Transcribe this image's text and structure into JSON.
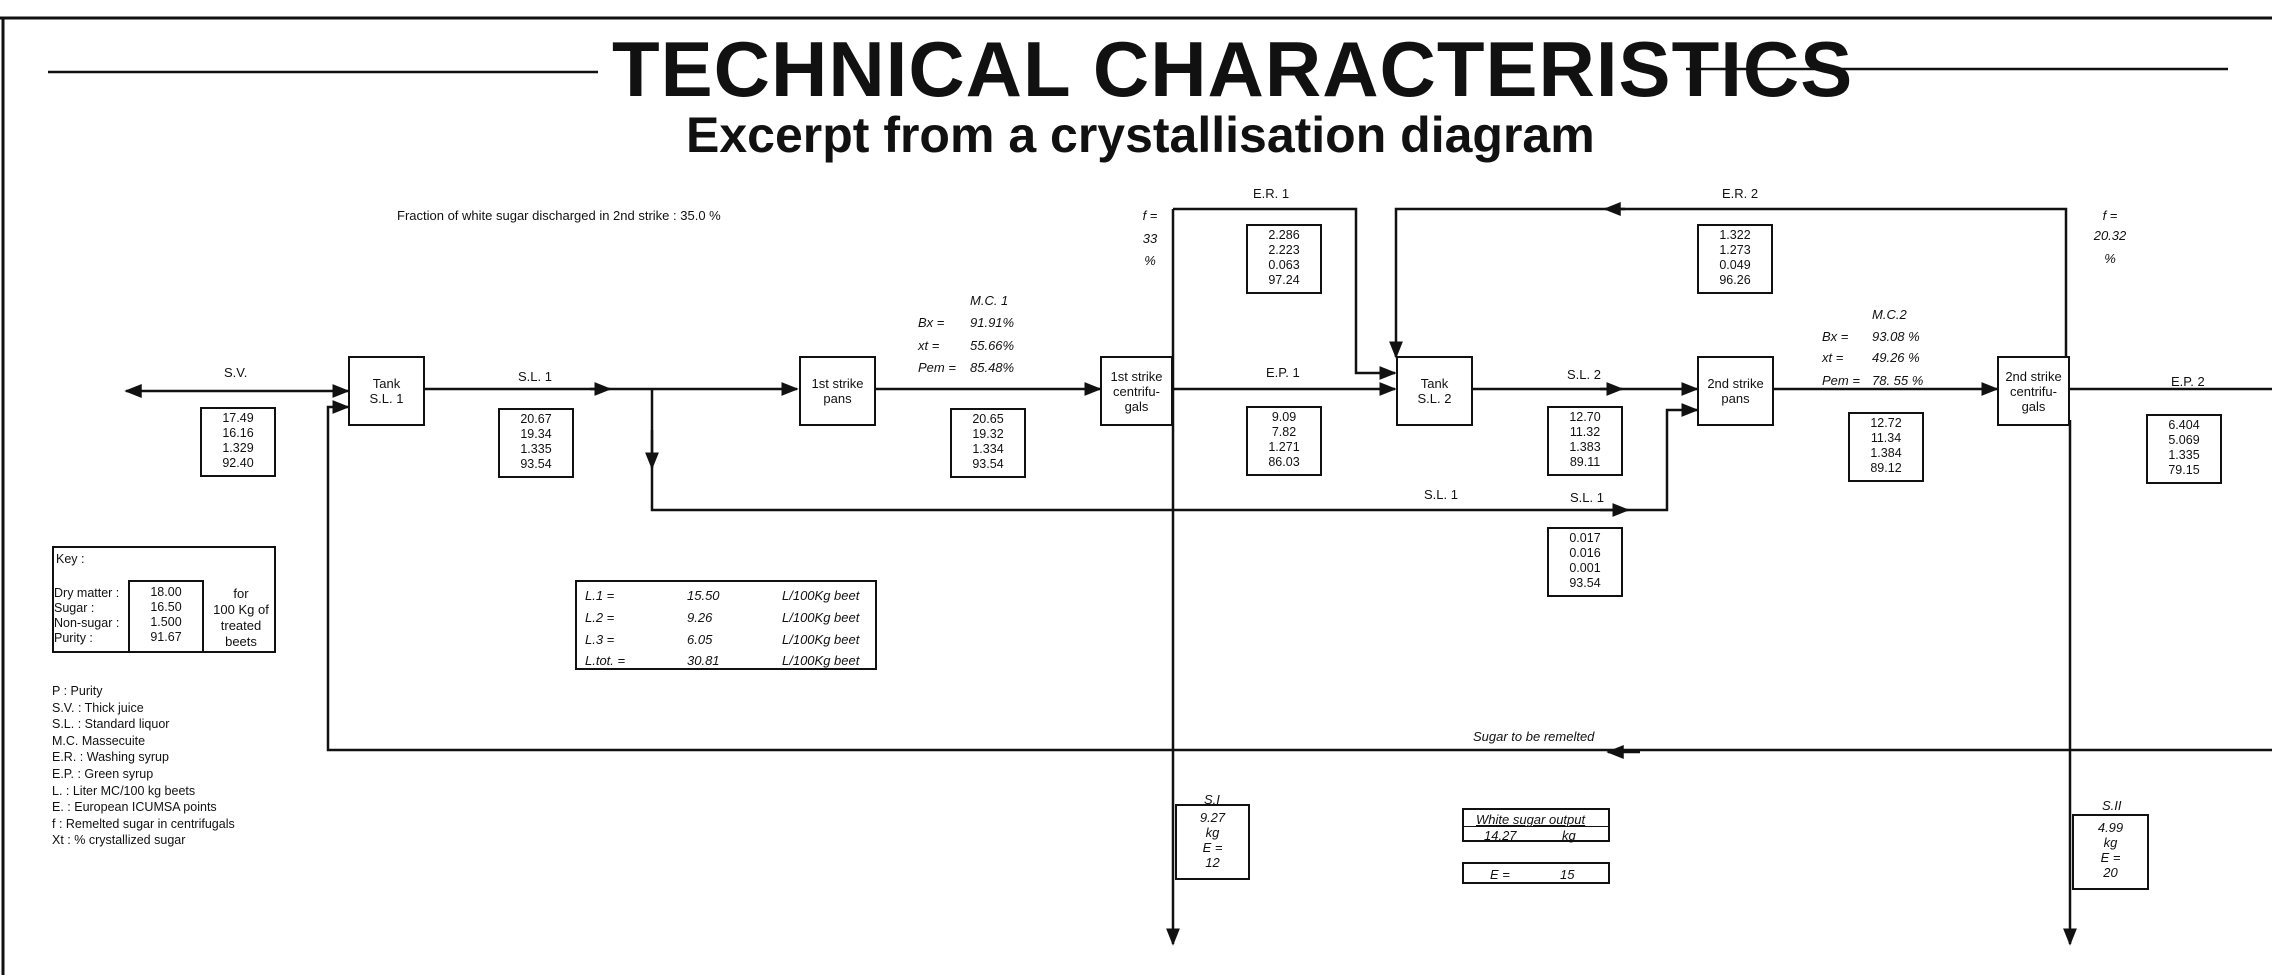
{
  "title": "TECHNICAL CHARACTERISTICS",
  "subtitle": "Excerpt from a crystallisation diagram",
  "fraction_note": "Fraction of white sugar discharged in 2nd strike :  35.0 %",
  "stream_labels": {
    "sv": "S.V.",
    "sl1_top": "S.L. 1",
    "er1": "E.R. 1",
    "er2": "E.R. 2",
    "ep1": "E.P. 1",
    "sl2": "S.L. 2",
    "ep2": "E.P. 2",
    "sl1_return_a": "S.L. 1",
    "sl1_return_b": "S.L. 1",
    "remelt": "Sugar to be remelted"
  },
  "units": {
    "tank1": {
      "line1": "Tank",
      "line2": "S.L. 1"
    },
    "pans1": {
      "line1": "1st strike",
      "line2": "pans"
    },
    "centri1": {
      "line1": "1st strike",
      "line2": "centrifu-",
      "line3": "gals"
    },
    "tank2": {
      "line1": "Tank",
      "line2": "S.L. 2"
    },
    "pans2": {
      "line1": "2nd strike",
      "line2": "pans"
    },
    "centri2": {
      "line1": "2nd strike",
      "line2": "centrifu-",
      "line3": "gals"
    }
  },
  "value_boxes": {
    "sv": [
      "17.49",
      "16.16",
      "1.329",
      "92.40"
    ],
    "sl1": [
      "20.67",
      "19.34",
      "1.335",
      "93.54"
    ],
    "mc1": [
      "20.65",
      "19.32",
      "1.334",
      "93.54"
    ],
    "er1": [
      "2.286",
      "2.223",
      "0.063",
      "97.24"
    ],
    "ep1": [
      "9.09",
      "7.82",
      "1.271",
      "86.03"
    ],
    "er2": [
      "1.322",
      "1.273",
      "0.049",
      "96.26"
    ],
    "sl2": [
      "12.70",
      "11.32",
      "1.383",
      "89.11"
    ],
    "sl1b": [
      "0.017",
      "0.016",
      "0.001",
      "93.54"
    ],
    "mc2": [
      "12.72",
      "11.34",
      "1.384",
      "89.12"
    ],
    "ep2": [
      "6.404",
      "5.069",
      "1.335",
      "79.15"
    ]
  },
  "mc1": {
    "title": "M.C. 1",
    "bx_label": "Bx =",
    "bx": "91.91%",
    "xt_label": "xt =",
    "xt": "55.66%",
    "pem_label": "Pem =",
    "pem": "85.48%"
  },
  "mc2": {
    "title": "M.C.2",
    "bx_label": "Bx =",
    "bx": "93.08 %",
    "xt_label": "xt =",
    "xt": "49.26 %",
    "pem_label": "Pem =",
    "pem": "78. 55 %"
  },
  "f1": {
    "label": "f =",
    "value": "33",
    "unit": "%"
  },
  "f2": {
    "label": "f =",
    "value": "20.32",
    "unit": "%"
  },
  "key": {
    "title": "Key :",
    "names": [
      "Dry matter :",
      "Sugar :",
      "Non-sugar :",
      "Purity :"
    ],
    "values": [
      "18.00",
      "16.50",
      "1.500",
      "91.67"
    ],
    "note": [
      "for",
      "100 Kg of",
      "treated",
      "beets"
    ]
  },
  "l_table": [
    {
      "name": "L.1 =",
      "value": "15.50",
      "unit": "L/100Kg beet"
    },
    {
      "name": "L.2 =",
      "value": "9.26",
      "unit": "L/100Kg beet"
    },
    {
      "name": "L.3 =",
      "value": "6.05",
      "unit": "L/100Kg beet"
    },
    {
      "name": "L.tot. =",
      "value": "30.81",
      "unit": "L/100Kg beet"
    }
  ],
  "legend": [
    "P : Purity",
    "S.V. : Thick juice",
    "S.L. : Standard liquor",
    "M.C. Massecuite",
    "E.R. : Washing syrup",
    "E.P. : Green syrup",
    "L. : Liter MC/100 kg beets",
    "E. : European ICUMSA points",
    "f : Remelted sugar in centrifugals",
    "Xt : % crystallized sugar"
  ],
  "s1": {
    "title": "S.I",
    "value": "9.27",
    "unit": "kg",
    "e_label": "E =",
    "e_value": "12"
  },
  "s2": {
    "title": "S.II",
    "value": "4.99",
    "unit": "kg",
    "e_label": "E =",
    "e_value": "20"
  },
  "white_sugar": {
    "title": "White sugar output",
    "value": "14.27",
    "unit": "kg",
    "e_label": "E =",
    "e_value": "15"
  }
}
